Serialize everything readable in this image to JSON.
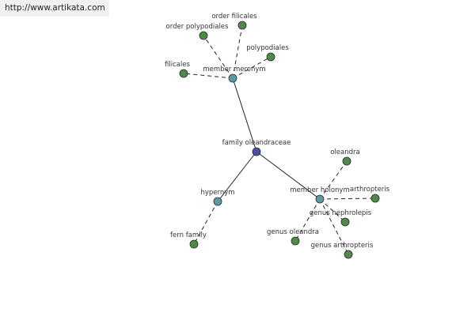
{
  "watermark": "http://www.artikata.com",
  "colors": {
    "center": "#4a4ea6",
    "relation": "#5a9aa0",
    "leaf": "#4f8a4a"
  },
  "nodes": [
    {
      "id": "family",
      "label": "family oleandraceae",
      "kind": "center"
    },
    {
      "id": "meronym",
      "label": "member meronym",
      "kind": "relation"
    },
    {
      "id": "hypernym",
      "label": "hypernym",
      "kind": "relation"
    },
    {
      "id": "holonym",
      "label": "member holonym",
      "kind": "relation"
    },
    {
      "id": "filicales",
      "label": "filicales",
      "kind": "leaf"
    },
    {
      "id": "order_polypodiales",
      "label": "order polypodiales",
      "kind": "leaf"
    },
    {
      "id": "order_filicales",
      "label": "order filicales",
      "kind": "leaf"
    },
    {
      "id": "polypodiales",
      "label": "polypodiales",
      "kind": "leaf"
    },
    {
      "id": "fern_family",
      "label": "fern family",
      "kind": "leaf"
    },
    {
      "id": "oleandra",
      "label": "oleandra",
      "kind": "leaf"
    },
    {
      "id": "arthropteris",
      "label": "arthropteris",
      "kind": "leaf"
    },
    {
      "id": "genus_nephrolepis",
      "label": "genus nephrolepis",
      "kind": "leaf"
    },
    {
      "id": "genus_oleandra",
      "label": "genus oleandra",
      "kind": "leaf"
    },
    {
      "id": "genus_arthropteris",
      "label": "genus arthropteris",
      "kind": "leaf"
    }
  ],
  "edges": [
    {
      "from": "family",
      "to": "meronym",
      "style": "solid"
    },
    {
      "from": "family",
      "to": "hypernym",
      "style": "solid"
    },
    {
      "from": "family",
      "to": "holonym",
      "style": "solid"
    },
    {
      "from": "meronym",
      "to": "filicales",
      "style": "dashed"
    },
    {
      "from": "meronym",
      "to": "order_polypodiales",
      "style": "dashed"
    },
    {
      "from": "meronym",
      "to": "order_filicales",
      "style": "dashed"
    },
    {
      "from": "meronym",
      "to": "polypodiales",
      "style": "dashed"
    },
    {
      "from": "hypernym",
      "to": "fern_family",
      "style": "dashed"
    },
    {
      "from": "holonym",
      "to": "oleandra",
      "style": "dashed"
    },
    {
      "from": "holonym",
      "to": "arthropteris",
      "style": "dashed"
    },
    {
      "from": "holonym",
      "to": "genus_nephrolepis",
      "style": "dashed"
    },
    {
      "from": "holonym",
      "to": "genus_oleandra",
      "style": "dashed"
    },
    {
      "from": "holonym",
      "to": "genus_arthropteris",
      "style": "dashed"
    }
  ]
}
